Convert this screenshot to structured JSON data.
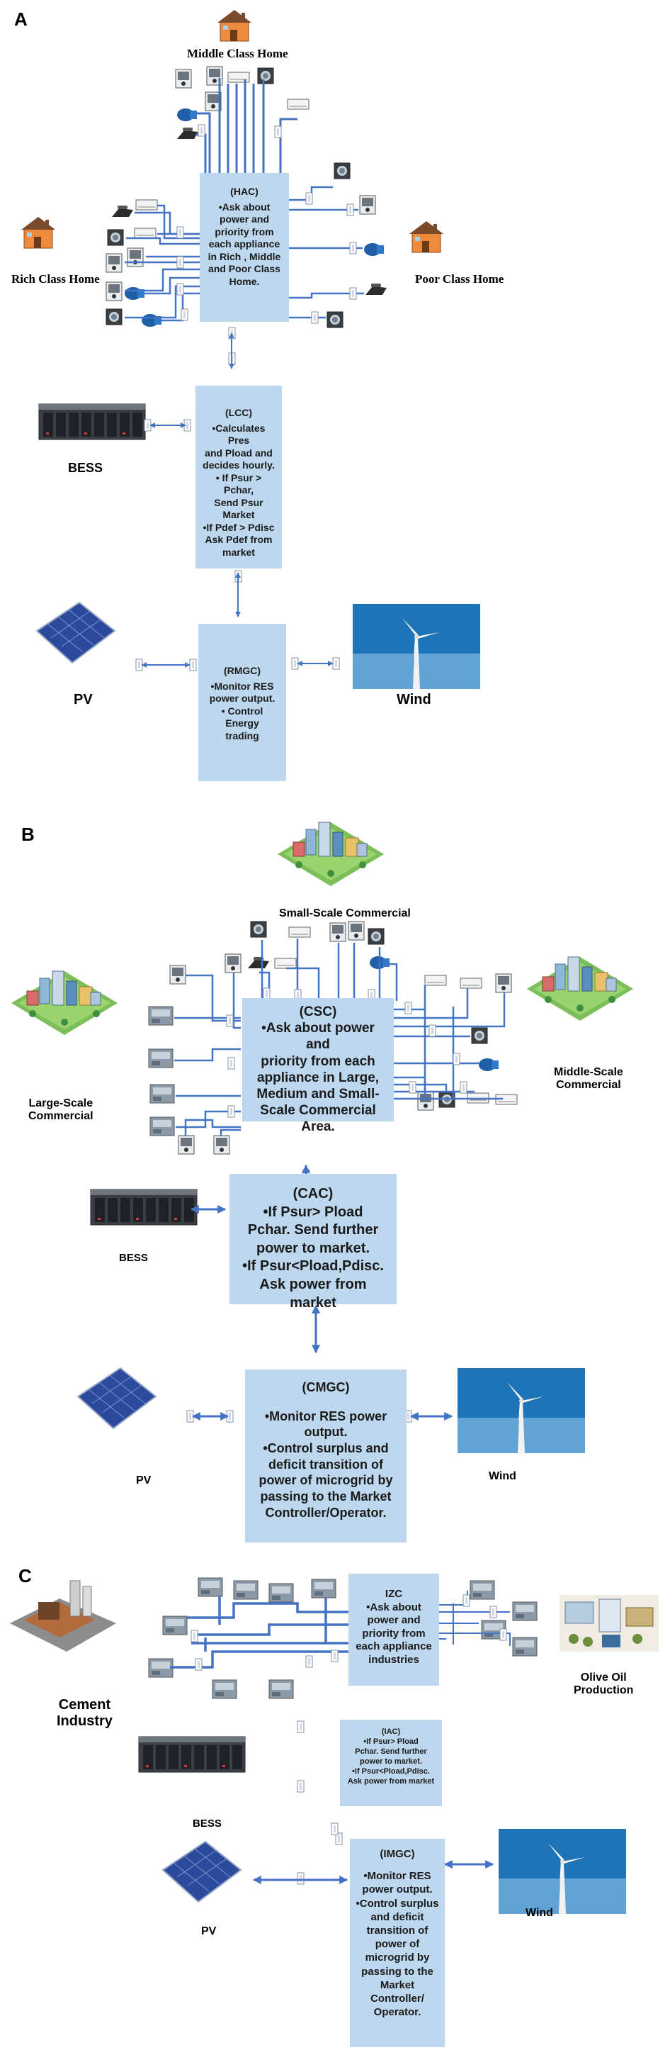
{
  "panelA": {
    "letter": "A",
    "labels": {
      "middle": "Middle Class Home",
      "rich": "Rich Class Home",
      "poor": "Poor Class Home",
      "bess": "BESS",
      "pv": "PV",
      "wind": "Wind"
    },
    "hac": {
      "title": "(HAC)",
      "lines": [
        "•Ask about",
        "power and",
        "priority from",
        "each appliance",
        "in Rich , Middle",
        "and Poor Class",
        "Home."
      ]
    },
    "lcc": {
      "title": "(LCC)",
      "lines": [
        "•Calculates Pres",
        "and Pload and",
        "decides hourly.",
        "• If Psur > Pchar,",
        "Send Psur",
        "Market",
        "•If Pdef > Pdisc",
        "Ask Pdef from",
        "market"
      ]
    },
    "rmgc": {
      "title": "(RMGC)",
      "lines": [
        "•Monitor RES",
        "power output.",
        "• Control Energy",
        "trading"
      ]
    }
  },
  "panelB": {
    "letter": "B",
    "labels": {
      "small": "Small-Scale Commercial",
      "large_1": "Large-Scale",
      "large_2": "Commercial",
      "middle_1": "Middle-Scale",
      "middle_2": "Commercial",
      "bess": "BESS",
      "pv": "PV",
      "wind": "Wind"
    },
    "csc": {
      "title": "(CSC)",
      "lines": [
        "•Ask about power and",
        "priority from each",
        "appliance in Large,",
        "Medium and Small-",
        "Scale Commercial",
        "Area."
      ]
    },
    "cac": {
      "title": "(CAC)",
      "lines": [
        "•If Psur> Pload",
        "Pchar. Send further",
        "power to market.",
        "•If Psur<Pload,Pdisc.",
        "Ask power from market"
      ]
    },
    "cmgc": {
      "title": "(CMGC)",
      "lines": [
        "•Monitor RES power",
        "output.",
        "•Control surplus and",
        "deficit transition of",
        "power of microgrid by",
        "passing to the Market",
        "Controller/Operator."
      ]
    }
  },
  "panelC": {
    "letter": "C",
    "labels": {
      "cement_1": "Cement",
      "cement_2": "Industry",
      "olive_1": "Olive Oil",
      "olive_2": "Production",
      "bess": "BESS",
      "pv": "PV",
      "wind": "Wind"
    },
    "izc": {
      "title": "IZC",
      "lines": [
        "•Ask about",
        "power and",
        "priority from",
        "each appliance",
        "industries"
      ]
    },
    "iac": {
      "title": "(IAC)",
      "lines": [
        "•If Psur> Pload",
        "Pchar. Send further",
        "power to market.",
        "•If Psur<Pload,Pdisc.",
        "Ask power from market"
      ]
    },
    "imgc": {
      "title": "(IMGC)",
      "lines": [
        "•Monitor RES",
        "power output.",
        "•Control surplus",
        "and deficit",
        "transition of",
        "power of",
        "microgrid by",
        "passing to the",
        "Market",
        "Controller/",
        "Operator."
      ]
    }
  }
}
